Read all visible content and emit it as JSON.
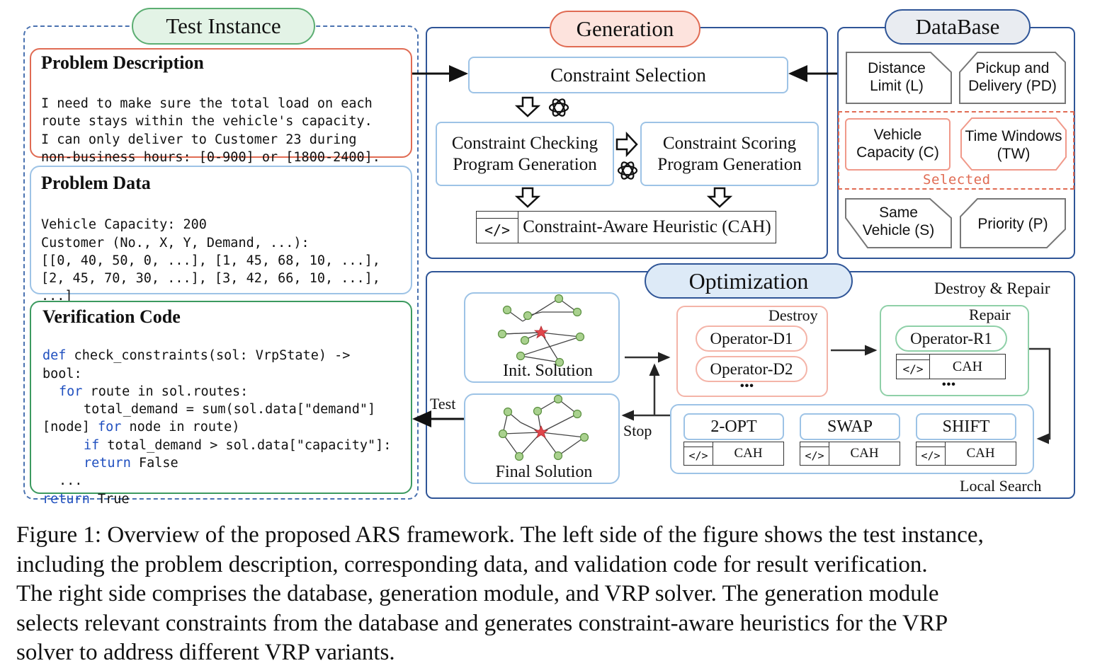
{
  "test_instance": {
    "title": "Test Instance",
    "problem_description": {
      "heading": "Problem Description",
      "lines": [
        "I need to make sure the total load on each",
        "route stays within the vehicle's capacity.",
        "I can only deliver to Customer 23 during",
        "non-business hours: [0-900] or [1800-2400]."
      ]
    },
    "problem_data": {
      "heading": "Problem Data",
      "lines": [
        "Vehicle Capacity: 200",
        "Customer (No., X, Y, Demand, ...):",
        "[[0, 40, 50, 0, ...], [1, 45, 68, 10, ...],",
        "[2, 45, 70, 30, ...], [3, 42, 66, 10, ...],",
        "...]"
      ]
    },
    "verification_code": {
      "heading": "Verification Code",
      "l1_kw": "def",
      "l1_rest": " check_constraints(sol: VrpState) ->",
      "l2": "bool:",
      "l3_kw": "for",
      "l3_rest": " route in sol.routes:",
      "l4": "total_demand = sum(sol.data[\"demand\"]",
      "l5_a": "[node] ",
      "l5_kw": "for",
      "l5_b": " node in route)",
      "l6_kw": "if",
      "l6_rest": " total_demand > sol.data[\"capacity\"]:",
      "l7_kw": "return",
      "l7_rest": " False",
      "l8": "...",
      "l9_kw": "return",
      "l9_rest": " True"
    }
  },
  "generation": {
    "title": "Generation",
    "constraint_selection": "Constraint Selection",
    "checking_l1": "Constraint Checking",
    "checking_l2": "Program Generation",
    "scoring_l1": "Constraint Scoring",
    "scoring_l2": "Program Generation",
    "cah_full": "Constraint-Aware Heuristic (CAH)",
    "code_glyph": "</>"
  },
  "database": {
    "title": "DataBase",
    "items": [
      {
        "l1": "Distance",
        "l2": "Limit (L)"
      },
      {
        "l1": "Pickup and",
        "l2": "Delivery (PD)"
      },
      {
        "l1": "Vehicle",
        "l2": "Capacity (C)"
      },
      {
        "l1": "Time Windows",
        "l2": "(TW)"
      },
      {
        "l1": "Same",
        "l2": "Vehicle (S)"
      },
      {
        "l1": "Priority (P)",
        "l2": ""
      }
    ],
    "selected_label": "Selected"
  },
  "optimization": {
    "title": "Optimization",
    "destroy_repair_label": "Destroy & Repair",
    "init_solution": "Init. Solution",
    "final_solution": "Final Solution",
    "test_label": "Test",
    "stop_label": "Stop",
    "destroy": {
      "label": "Destroy",
      "ops": [
        "Operator-D1",
        "Operator-D2"
      ],
      "more": "•••"
    },
    "repair": {
      "label": "Repair",
      "op": "Operator-R1",
      "cah": "CAH",
      "more": "•••"
    },
    "local_search": {
      "label": "Local Search",
      "ops": [
        "2-OPT",
        "SWAP",
        "SHIFT"
      ],
      "cah": "CAH"
    }
  },
  "caption": {
    "lines": [
      "Figure 1: Overview of the proposed ARS framework. The left side of the figure shows the test instance,",
      "including the problem description, corresponding data, and validation code for result verification.",
      "The right side comprises the database, generation module, and VRP solver. The generation module",
      "selects relevant constraints from the database and generates constraint-aware heuristics for the VRP",
      "solver to address different VRP variants."
    ]
  },
  "colors": {
    "navy": "#2f5597",
    "red": "#e06b53",
    "light_blue": "#9dc3e6",
    "green": "#3c9a5f",
    "salmon": "#f4b4a8",
    "mint": "#8fd0a8",
    "node_green": "#a9d18e",
    "star_red": "#e0464b"
  },
  "icons": [
    "openai-logo-icon",
    "hollow-arrow-icon",
    "code-window-icon",
    "star-icon"
  ]
}
